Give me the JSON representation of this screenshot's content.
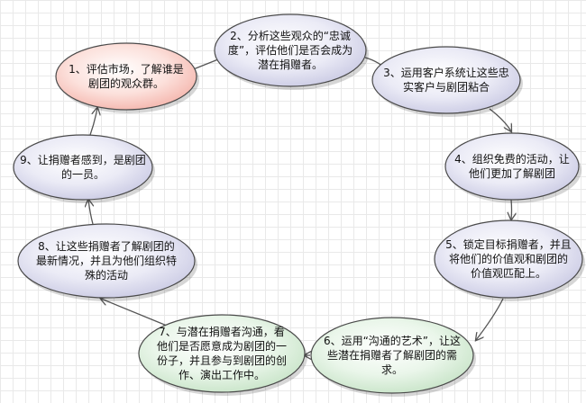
{
  "colors": {
    "pink_fill": "#f9c9c2",
    "lavender_fill": "#dcdcef",
    "mint_fill": "#dcefdc",
    "outline": "#4a4a4a",
    "arrow": "#555555"
  },
  "nodes": [
    {
      "id": "n1",
      "color": "pink_fill",
      "lines": [
        "1、评估市场，了解谁是",
        "剧团的观众群。"
      ]
    },
    {
      "id": "n2",
      "color": "lavender_fill",
      "lines": [
        "2、分析这些观众的“忠诚",
        "度”，评估他们是否会成为",
        "潜在捐赠者。"
      ]
    },
    {
      "id": "n3",
      "color": "lavender_fill",
      "lines": [
        "3、运用客户系统让这些忠",
        "实客户与剧团粘合"
      ]
    },
    {
      "id": "n4",
      "color": "lavender_fill",
      "lines": [
        "4、组织免费的活动，让",
        "他们更加了解剧团"
      ]
    },
    {
      "id": "n5",
      "color": "lavender_fill",
      "lines": [
        "5、锁定目标捐赠者，并且",
        "将他们的价值观和剧团的",
        "价值观匹配上。"
      ]
    },
    {
      "id": "n6",
      "color": "mint_fill",
      "lines": [
        "6、运用“沟通的艺术”，让这",
        "些潜在捐赠者了解剧团的需",
        "求。"
      ]
    },
    {
      "id": "n7",
      "color": "mint_fill",
      "lines": [
        "7、与潜在捐赠者沟通，看",
        "他们是否愿意成为剧团的一",
        "份子，并且参与到剧团的创",
        "作、演出工作中。"
      ]
    },
    {
      "id": "n8",
      "color": "lavender_fill",
      "lines": [
        "8、让这些捐赠者了解剧团的",
        "最新情况，并且为他们组织特",
        "殊的活动"
      ]
    },
    {
      "id": "n9",
      "color": "lavender_fill",
      "lines": [
        "9、让捐赠者感到，是剧团",
        "的一员。"
      ]
    }
  ],
  "edges": [
    {
      "from": "n1",
      "to": "n2"
    },
    {
      "from": "n2",
      "to": "n3"
    },
    {
      "from": "n3",
      "to": "n4"
    },
    {
      "from": "n4",
      "to": "n5"
    },
    {
      "from": "n5",
      "to": "n6"
    },
    {
      "from": "n6",
      "to": "n7"
    },
    {
      "from": "n7",
      "to": "n8"
    },
    {
      "from": "n8",
      "to": "n9"
    },
    {
      "from": "n9",
      "to": "n1"
    }
  ]
}
